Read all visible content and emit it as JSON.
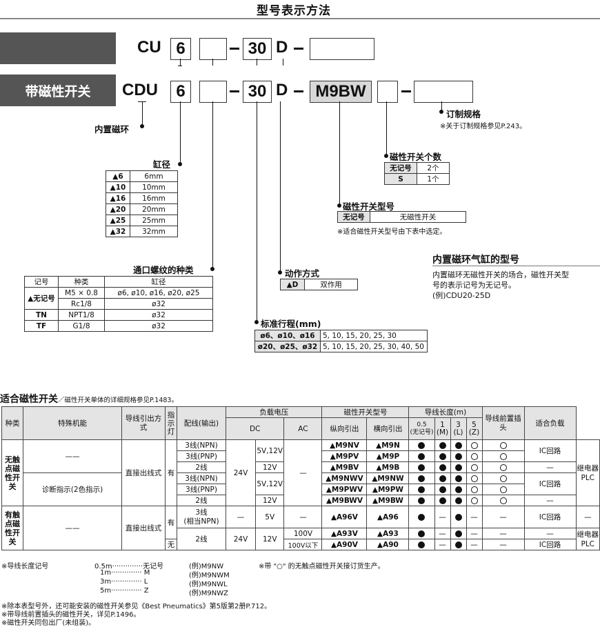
{
  "page_title": "型号表示方法",
  "code_row1": {
    "prefix": "CU",
    "bore": "6",
    "stroke": "30",
    "action": "D"
  },
  "code_row2": {
    "label": "带磁性开关",
    "prefix": "CDU",
    "bore": "6",
    "stroke": "30",
    "action": "D",
    "switch": "M9BW"
  },
  "labels": {
    "magnet": "内置磁环",
    "bore": "缸径",
    "port": "通口螺纹的种类",
    "action": "动作方式",
    "stroke": "标准行程(mm)",
    "switch_model": "磁性开关型号",
    "switch_count": "磁性开关个数",
    "custom": "订制规格",
    "custom_note": "※关于订制规格参见P.243。",
    "switch_model_note": "※适合磁性开关型号由下表中选定。"
  },
  "bore_table": [
    {
      "code": "▲6",
      "size": "6mm"
    },
    {
      "code": "▲10",
      "size": "10mm"
    },
    {
      "code": "▲16",
      "size": "16mm"
    },
    {
      "code": "▲20",
      "size": "20mm"
    },
    {
      "code": "▲25",
      "size": "25mm"
    },
    {
      "code": "▲32",
      "size": "32mm"
    }
  ],
  "port_table": {
    "headers": [
      "记号",
      "种类",
      "缸径"
    ],
    "rows": [
      {
        "code": "▲无记号",
        "type": "M5 × 0.8",
        "bore": "ø6, ø10, ø16, ø20, ø25"
      },
      {
        "code": "",
        "type": "Rc1/8",
        "bore": "ø32"
      },
      {
        "code": "TN",
        "type": "NPT1/8",
        "bore": "ø32"
      },
      {
        "code": "TF",
        "type": "G1/8",
        "bore": "ø32"
      }
    ]
  },
  "action_table": [
    {
      "code": "▲D",
      "text": "双作用"
    }
  ],
  "stroke_table": [
    {
      "bores": "ø6、ø10、ø16",
      "strokes": "5, 10, 15, 20, 25, 30"
    },
    {
      "bores": "ø20、ø25、ø32",
      "strokes": "5, 10, 15, 20, 25, 30, 40, 50"
    }
  ],
  "switch_model_table": [
    {
      "code": "无记号",
      "text": "无磁性开关"
    }
  ],
  "switch_count_table": [
    {
      "code": "无记号",
      "text": "2个"
    },
    {
      "code": "S",
      "text": "1个"
    }
  ],
  "magnet_info": {
    "title": "内置磁环气缸的型号",
    "text1": "内置磁环无磁性开关的场合，磁性开关型",
    "text2": "号的表示记号为无记号。",
    "example": "(例)CDU20-25D"
  },
  "switch_section": {
    "title": "适合磁性开关",
    "subtitle": "／磁性开关单体的详细规格参见P.1483。"
  },
  "switch_table": {
    "h_kind": "种类",
    "h_func": "特殊机能",
    "h_lead": "导线引出方式",
    "h_lamp": "指示灯",
    "h_wiring": "配线(输出)",
    "h_voltage": "负载电压",
    "h_dc": "DC",
    "h_ac": "AC",
    "h_model": "磁性开关型号",
    "h_vertical": "纵向引出",
    "h_horizontal": "横向引出",
    "h_length": "导线长度(m)",
    "h_len": [
      "0.5",
      "1",
      "3",
      "5"
    ],
    "h_len_sub": [
      "(无记号)",
      "(M)",
      "(L)",
      "(Z)"
    ],
    "h_connector": "导线前置插头",
    "h_load": "适合负载",
    "kind_nc": "无触点磁性开关",
    "kind_c": "有触点磁性开关",
    "dash": "——",
    "lead_direct": "直接出线式",
    "lamp_yes": "有",
    "lamp_no": "无",
    "diag": "诊断指示(2色指示)",
    "v24": "24V",
    "rows_nc": [
      {
        "wiring": "3线(NPN)",
        "v": "5V,12V",
        "vert": "▲M9NV",
        "hor": "▲M9N",
        "l": [
          "●",
          "●",
          "●",
          "○"
        ],
        "conn": "○",
        "load": "IC回路"
      },
      {
        "wiring": "3线(PNP)",
        "v": "",
        "vert": "▲M9PV",
        "hor": "▲M9P",
        "l": [
          "●",
          "●",
          "●",
          "○"
        ],
        "conn": "○",
        "load": ""
      },
      {
        "wiring": "2线",
        "v": "12V",
        "vert": "▲M9BV",
        "hor": "▲M9B",
        "l": [
          "●",
          "●",
          "●",
          "○"
        ],
        "conn": "○",
        "load": "—"
      },
      {
        "wiring": "3线(NPN)",
        "v": "5V,12V",
        "vert": "▲M9NWV",
        "hor": "▲M9NW",
        "l": [
          "●",
          "●",
          "●",
          "○"
        ],
        "conn": "○",
        "load": "IC回路"
      },
      {
        "wiring": "3线(PNP)",
        "v": "",
        "vert": "▲M9PWV",
        "hor": "▲M9PW",
        "l": [
          "●",
          "●",
          "●",
          "○"
        ],
        "conn": "○",
        "load": ""
      },
      {
        "wiring": "2线",
        "v": "12V",
        "vert": "▲M9BWV",
        "hor": "▲M9BW",
        "l": [
          "●",
          "●",
          "●",
          "○"
        ],
        "conn": "○",
        "load": "—"
      }
    ],
    "relay": "继电器",
    "plc": "PLC",
    "ac_dash": "—",
    "c_row1": {
      "wiring": "3线",
      "wiring2": "(相当NPN)",
      "v24": "—",
      "v": "5V",
      "ac": "—",
      "vert": "▲A96V",
      "hor": "▲A96",
      "l": [
        "●",
        "—",
        "●",
        "—"
      ],
      "conn": "—",
      "load": "IC回路",
      "load2": "—"
    },
    "c_row2": {
      "v": "12V",
      "ac": "100V",
      "vert": "▲A93V",
      "hor": "▲A93",
      "l": [
        "●",
        "—",
        "●",
        "—"
      ],
      "conn": "—",
      "load": "—"
    },
    "c_row3": {
      "wiring": "2线",
      "v24": "24V",
      "ac": "100V以下",
      "vert": "▲A90V",
      "hor": "▲A90",
      "l": [
        "●",
        "—",
        "●",
        "—"
      ],
      "conn": "—",
      "load": "IC回路"
    }
  },
  "footnotes": {
    "len_title": "※导线长度记号",
    "len_rows": [
      {
        "len": "0.5m··············无记号",
        "ex": "(例)M9NW"
      },
      {
        "len": "1m··············  M",
        "ex": "(例)M9NWM"
      },
      {
        "len": "3m··············  L",
        "ex": "(例)M9NWL"
      },
      {
        "len": "5m··············  Z",
        "ex": "(例)M9NWZ"
      }
    ],
    "circle_note": "※带 \"○\" 的无触点磁性开关接订货生产。",
    "n1": "※除本表型号外，还可能安装的磁性开关参见《Best Pneumatics》第5版第2册P.712。",
    "n2": "※带导线前置插头的磁性开关，详见P.1496。",
    "n3": "※磁性开关同包出厂(未组装)。"
  }
}
